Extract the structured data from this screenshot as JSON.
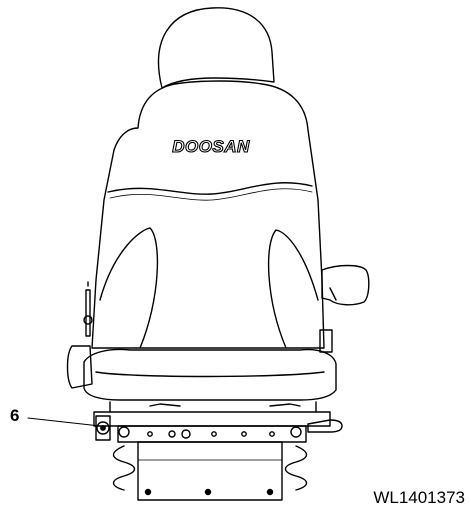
{
  "diagram": {
    "callout_label": "6",
    "brand_logo": "DOOSAN",
    "figure_id": "WL1401373"
  }
}
